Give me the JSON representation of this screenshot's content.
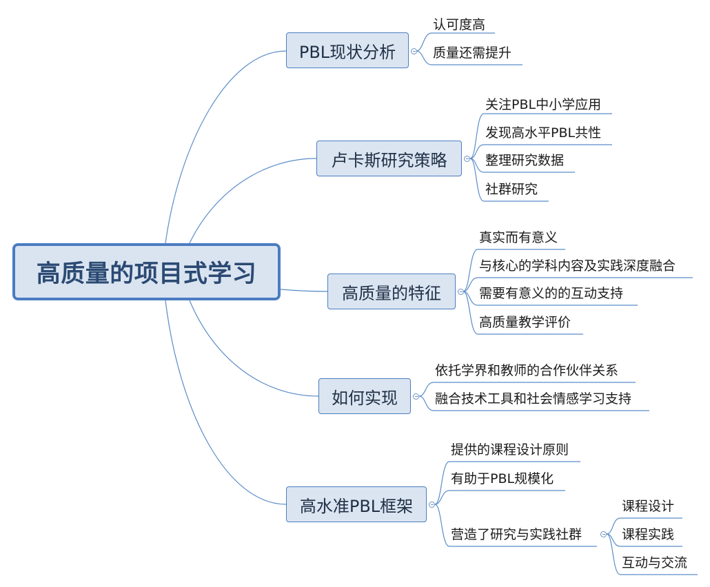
{
  "central": {
    "label": "高质量的项目式学习"
  },
  "branches": [
    {
      "label": "PBL现状分析",
      "children": [
        "认可度高",
        "质量还需提升"
      ]
    },
    {
      "label": "卢卡斯研究策略",
      "children": [
        "关注PBL中小学应用",
        "发现高水平PBL共性",
        "整理研究数据",
        "社群研究"
      ]
    },
    {
      "label": "高质量的特征",
      "children": [
        "真实而有意义",
        "与核心的学科内容及实践深度融合",
        "需要有意义的的互动支持",
        "高质量教学评价"
      ]
    },
    {
      "label": "如何实现",
      "children": [
        "依托学界和教师的合作伙伴关系",
        "融合技术工具和社会情感学习支持"
      ]
    },
    {
      "label": "高水准PBL框架",
      "children": [
        "提供的课程设计原则",
        "有助于PBL规模化",
        "营造了研究与实践社群"
      ],
      "grandchildren": [
        "课程设计",
        "课程实践",
        "互动与交流"
      ]
    }
  ],
  "colors": {
    "line": "#5b8cc9",
    "node_fill": "#dbe5f1",
    "node_border": "#4a7cc1",
    "central_text": "#2b4a73"
  }
}
